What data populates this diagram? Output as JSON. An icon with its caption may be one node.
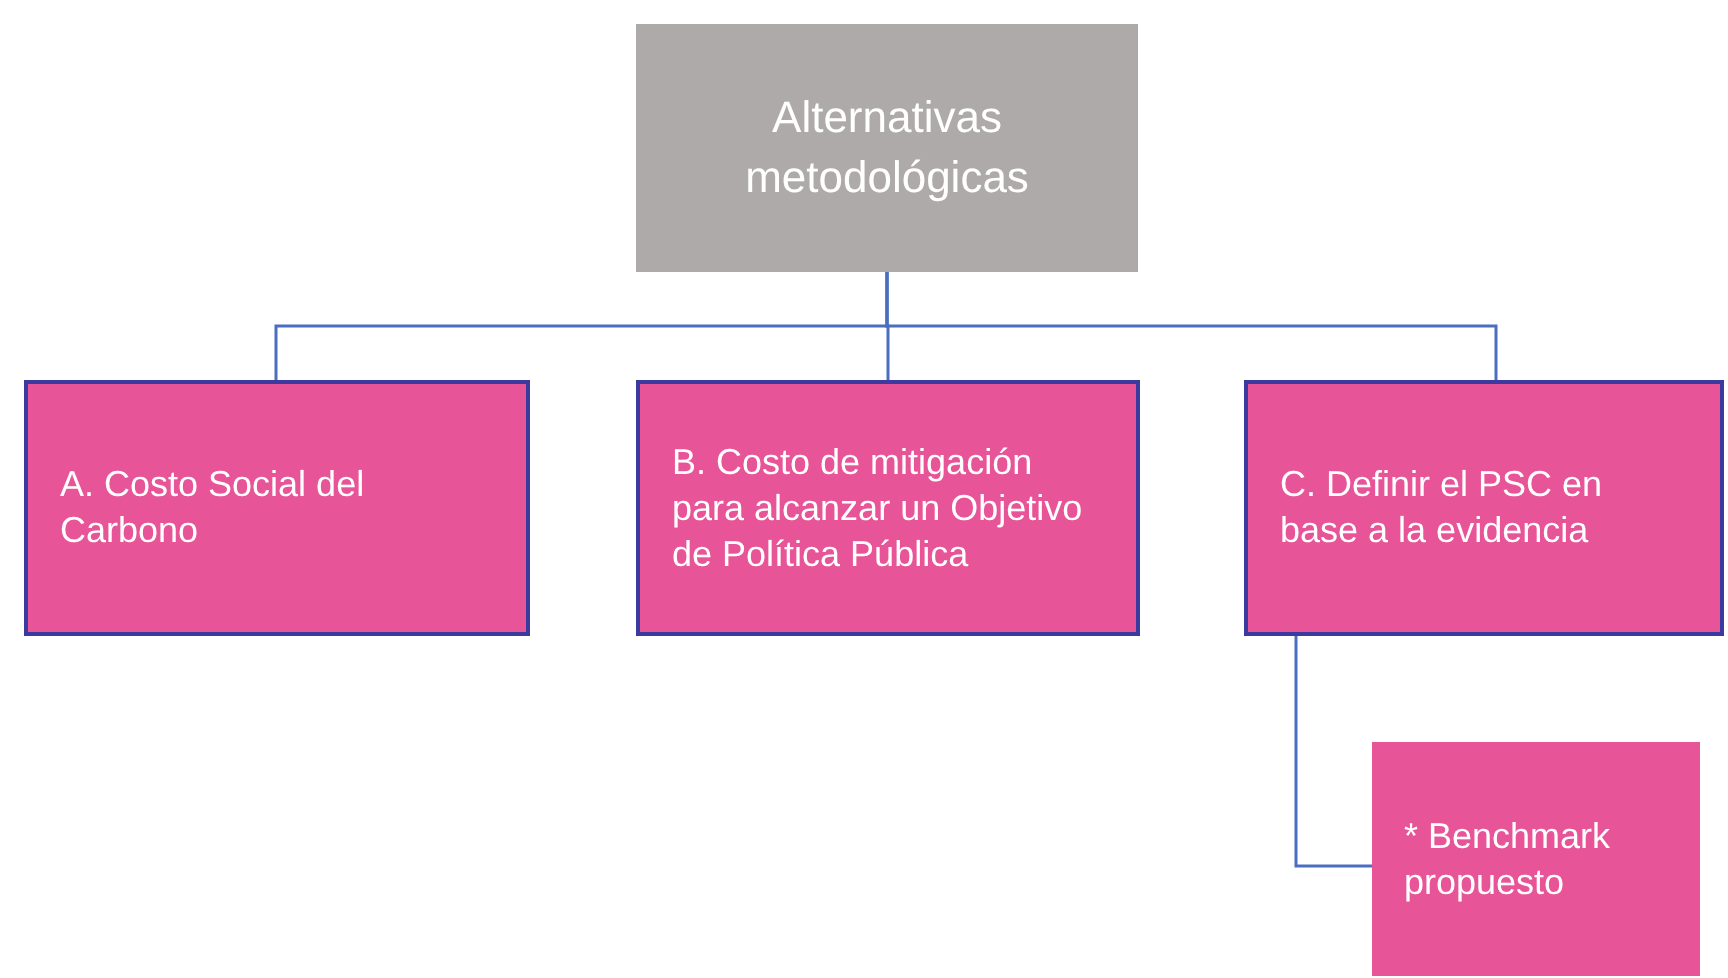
{
  "diagram": {
    "nodes": [
      {
        "text": [
          "Alternativas metodológicas"
        ]
      },
      {
        "text": [
          "A. Costo Social del Carbono"
        ]
      },
      {
        "text": [
          "B. Costo de mitigación para alcanzar un Objetivo de Política Pública"
        ]
      },
      {
        "text": [
          "C. Definir el PSC en base a la evidencia"
        ]
      },
      {
        "text": [
          "* Benchmark propuesto"
        ]
      }
    ],
    "edges": [
      {
        "from": 0,
        "to": 1,
        "arrow": "none"
      },
      {
        "from": 0,
        "to": 2,
        "arrow": "none"
      },
      {
        "from": 0,
        "to": 3,
        "arrow": "none"
      },
      {
        "from": 3,
        "to": 4,
        "arrow": "none"
      }
    ]
  }
}
